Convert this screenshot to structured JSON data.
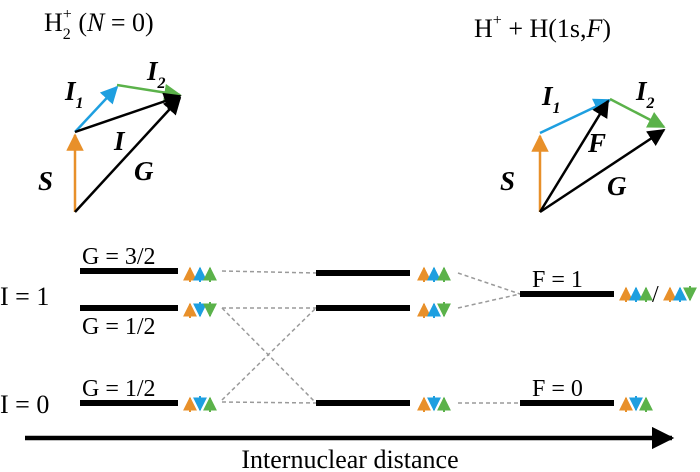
{
  "title_left": {
    "main": "H",
    "sub": "2",
    "sup": "+",
    "tail": " (",
    "N": "N",
    "eq": " = 0)"
  },
  "title_right": {
    "text": "H",
    "sup": "+",
    "rest": " + H(1s,",
    "F": "F",
    "close": ")"
  },
  "vectors_left": {
    "S": "S",
    "I1": "I",
    "I1_sub": "1",
    "I2": "I",
    "I2_sub": "2",
    "I": "I",
    "G": "G"
  },
  "vectors_right": {
    "S": "S",
    "I1": "I",
    "I1_sub": "1",
    "I2": "I",
    "I2_sub": "2",
    "F": "F",
    "G": "G"
  },
  "levels": {
    "I1_label": "I = 1",
    "I0_label": "I = 0",
    "G32": "G = 3/2",
    "G12_upper": "G = 1/2",
    "G12_lower": "G = 1/2",
    "F1": "F = 1",
    "F0": "F = 0",
    "slash": "/"
  },
  "axis": {
    "label": "Internuclear distance"
  },
  "colors": {
    "orange": "#e8902a",
    "blue": "#1e9fe0",
    "green": "#5bb24a",
    "black": "#000000",
    "dash": "#9a9a9a"
  }
}
